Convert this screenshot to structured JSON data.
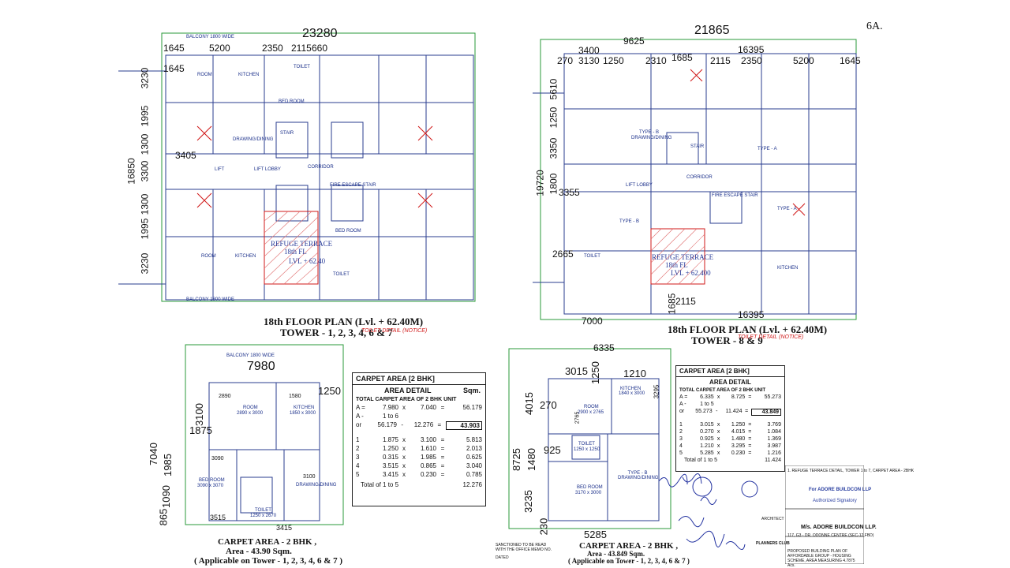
{
  "page_number": "6A.",
  "plan_left": {
    "overall_width": "23280",
    "top_dims": [
      "1645",
      "5200",
      "2350",
      "2115",
      "660"
    ],
    "left_dims": [
      "3230",
      "1995",
      "1300",
      "3300",
      "1300",
      "1995",
      "3230"
    ],
    "side_dims": [
      "16850",
      "1645",
      "3405"
    ],
    "balcony_top": "BALCONY 1800 WIDE",
    "balcony_bottom": "BALCONY 1800 WIDE",
    "rooms": [
      "ROOM",
      "KITCHEN",
      "TOILET",
      "BED ROOM",
      "DRAWING/DINING",
      "LIFT",
      "LIFT LOBBY",
      "CORRIDOR",
      "STAIR",
      "FIRE ESCAPE STAIR",
      "BED ROOM",
      "ROOM",
      "KITCHEN",
      "TOILET"
    ],
    "terrace": "REFUGE TERRACE",
    "terrace_sub": "18th FL",
    "terrace_lvl": "LVL + 62.40",
    "title": "18th FLOOR PLAN  (Lvl. + 62.40M)",
    "towers": "TOWER - 1, 2, 3, 4, 6 & 7",
    "note": "TOILET DETAIL (NOTICE)"
  },
  "plan_right": {
    "overall_width": "21865",
    "top_dims": [
      "9625",
      "3400",
      "3130",
      "1250",
      "2310",
      "1685",
      "2115",
      "2350",
      "16395",
      "5200",
      "1645",
      "270"
    ],
    "left_dims": [
      "5610",
      "1250",
      "3350",
      "19720",
      "1800",
      "3355",
      "2665"
    ],
    "bottom_dims": [
      "7000",
      "1685",
      "2115",
      "16395"
    ],
    "rooms": [
      "TYPE - B",
      "DRAWING/DINING",
      "TYPE - A",
      "STAIR",
      "CORRIDOR",
      "LIFT LOBBY",
      "FIRE ESCAPE STAIR",
      "TYPE - B",
      "TYPE - A",
      "KITCHEN",
      "TOILET"
    ],
    "terrace": "REFUGE TERRACE",
    "terrace_sub": "18th FL",
    "terrace_lvl": "LVL + 62.400",
    "title": "18th FLOOR PLAN  (Lvl. + 62.40M)",
    "towers": "TOWER - 8 & 9",
    "note": "TOILET DETAIL (NOTICE)"
  },
  "unit_left": {
    "balcony": "BALCONY 1800 WIDE",
    "width": "7980",
    "dims": [
      "2890",
      "1580",
      "1250",
      "3100",
      "1875",
      "7040",
      "1985",
      "865",
      "1090",
      "3515",
      "3415",
      "3090",
      "3100"
    ],
    "room": "ROOM",
    "room_size": "2890 x 3000",
    "kitchen": "KITCHEN",
    "kitchen_size": "1850 x 3000",
    "bedroom": "BED ROOM",
    "bedroom_size": "3090 x 3070",
    "drawing": "DRAWING/DINING",
    "toilet": "TOILET",
    "toilet_size": "1250 x 2670",
    "caption1": "CARPET AREA - 2 BHK ,",
    "caption2": "Area - 43.90 Sqm.",
    "caption3": "( Applicable on Tower - 1, 2, 3, 4, 6 & 7 )"
  },
  "table_left": {
    "header": "CARPET AREA  [2 BHK]",
    "area_detail": "AREA DETAIL",
    "unit_col": "Sqm.",
    "total_label": "TOTAL CARPET AREA OF 2 BHK UNIT",
    "rows": [
      {
        "a": "A =",
        "b": "7.980",
        "op": "x",
        "c": "7.040",
        "eq": "=",
        "d": "56.179"
      },
      {
        "a": "A -",
        "b": "1 to 6",
        "op": "",
        "c": "",
        "eq": "",
        "d": ""
      },
      {
        "a": "or",
        "b": "56.179",
        "op": "-",
        "c": "12.276",
        "eq": "=",
        "d": "43.903"
      },
      {
        "a": "1",
        "b": "1.875",
        "op": "x",
        "c": "3.100",
        "eq": "=",
        "d": "5.813"
      },
      {
        "a": "2",
        "b": "1.250",
        "op": "x",
        "c": "1.610",
        "eq": "=",
        "d": "2.013"
      },
      {
        "a": "3",
        "b": "0.315",
        "op": "x",
        "c": "1.985",
        "eq": "=",
        "d": "0.625"
      },
      {
        "a": "4",
        "b": "3.515",
        "op": "x",
        "c": "0.865",
        "eq": "=",
        "d": "3.040"
      },
      {
        "a": "5",
        "b": "3.415",
        "op": "x",
        "c": "0.230",
        "eq": "=",
        "d": "0.785"
      }
    ],
    "total_row_label": "Total of 1 to 5",
    "total_row_value": "12.276"
  },
  "unit_right": {
    "width": "6335",
    "dims": [
      "3015",
      "1250",
      "1210",
      "4015",
      "270",
      "2765",
      "8725",
      "1480",
      "3235",
      "925",
      "230",
      "5285",
      "3295"
    ],
    "room": "ROOM",
    "room_size": "2900 x 2765",
    "kitchen": "KITCHEN",
    "kitchen_size": "1840 x 3000",
    "bedroom": "BED ROOM",
    "bedroom_size": "3170 x 3000",
    "drawing": "TYPE - B DRAWING/DINING",
    "toilet": "TOILET",
    "toilet_size": "1250 x 1250",
    "caption1": "CARPET AREA - 2 BHK ,",
    "caption2": "Area - 43.849 Sqm.",
    "caption3": "( Applicable on Tower - 1, 2, 3, 4, 6 & 7 )"
  },
  "table_right": {
    "header": "CARPET AREA  [2 BHK]",
    "area_detail": "AREA DETAIL",
    "total_label": "TOTAL CARPET AREA OF 2 BHK UNIT",
    "rows": [
      {
        "a": "A =",
        "b": "6.335",
        "op": "x",
        "c": "8.725",
        "eq": "=",
        "d": "55.273"
      },
      {
        "a": "A -",
        "b": "1 to 5",
        "op": "",
        "c": "",
        "eq": "",
        "d": ""
      },
      {
        "a": "or",
        "b": "55.273",
        "op": "-",
        "c": "11.424",
        "eq": "=",
        "d": "43.849"
      },
      {
        "a": "1",
        "b": "3.015",
        "op": "x",
        "c": "1.250",
        "eq": "=",
        "d": "3.769"
      },
      {
        "a": "2",
        "b": "0.270",
        "op": "x",
        "c": "4.015",
        "eq": "=",
        "d": "1.084"
      },
      {
        "a": "3",
        "b": "0.925",
        "op": "x",
        "c": "1.480",
        "eq": "=",
        "d": "1.369"
      },
      {
        "a": "4",
        "b": "1.210",
        "op": "x",
        "c": "3.295",
        "eq": "=",
        "d": "3.987"
      },
      {
        "a": "5",
        "b": "5.285",
        "op": "x",
        "c": "0.230",
        "eq": "=",
        "d": "1.216"
      }
    ],
    "total_row_label": "Total of 1 to 5",
    "total_row_value": "11.424"
  },
  "title_block": {
    "refuge_note": "1. REFUGE TERRACE DETAIL, TOWER 1 to 7, CARPET AREA - 2BHK",
    "company": "M/s. ADORE BUILDCON LLP.",
    "company_addr": "117, G3 - DR. ODONNE CENTRE (SEC-12,FBD)",
    "for_company": "For ADORE BUILDCON LLP",
    "authorized": "Authorized Signatory",
    "project": "PROPOSED BUILDING PLAN OF AFFORDABLE GROUP - HOUSING SCHEME, AREA MEASURING 4.7875 Acs.",
    "club": "PLANNERS CLUB",
    "architect": "ARCHITECT",
    "sanction": "SANCTIONED TO BE READ WITH THE OFFICE MEMO NO.",
    "dated": "DATED"
  }
}
